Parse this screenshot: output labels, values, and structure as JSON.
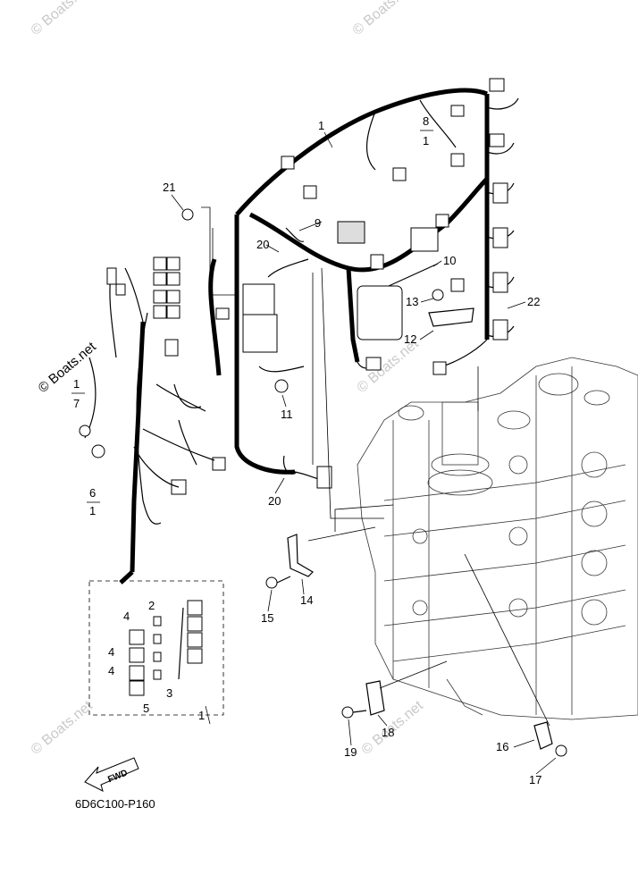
{
  "diagram": {
    "drawing_code": "6D6C100-P160",
    "fwd_mark": "FWD",
    "watermark": "© Boats.net",
    "callouts": [
      {
        "id": "c1",
        "text": "1"
      },
      {
        "id": "c8",
        "text": "8"
      },
      {
        "id": "c8b",
        "text": "1"
      },
      {
        "id": "c21",
        "text": "21"
      },
      {
        "id": "c9",
        "text": "9"
      },
      {
        "id": "c20a",
        "text": "20"
      },
      {
        "id": "c10",
        "text": "10"
      },
      {
        "id": "c13",
        "text": "13"
      },
      {
        "id": "c22",
        "text": "22"
      },
      {
        "id": "c12",
        "text": "12"
      },
      {
        "id": "c1b",
        "text": "1"
      },
      {
        "id": "c7",
        "text": "7"
      },
      {
        "id": "c11",
        "text": "11"
      },
      {
        "id": "c6",
        "text": "6"
      },
      {
        "id": "c1c",
        "text": "1"
      },
      {
        "id": "c20b",
        "text": "20"
      },
      {
        "id": "c14",
        "text": "14"
      },
      {
        "id": "c15",
        "text": "15"
      },
      {
        "id": "c2",
        "text": "2"
      },
      {
        "id": "c4a",
        "text": "4"
      },
      {
        "id": "c4b",
        "text": "4"
      },
      {
        "id": "c4c",
        "text": "4"
      },
      {
        "id": "c3",
        "text": "3"
      },
      {
        "id": "c5",
        "text": "5"
      },
      {
        "id": "c1d",
        "text": "1"
      },
      {
        "id": "c18",
        "text": "18"
      },
      {
        "id": "c19",
        "text": "19"
      },
      {
        "id": "c16",
        "text": "16"
      },
      {
        "id": "c17",
        "text": "17"
      }
    ]
  }
}
